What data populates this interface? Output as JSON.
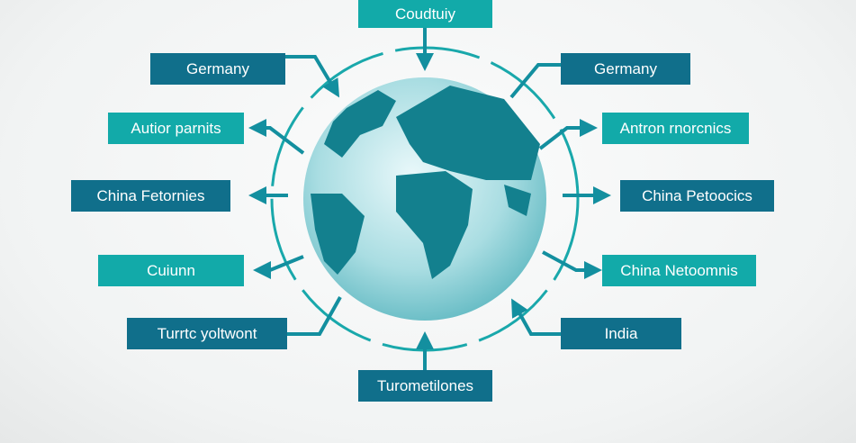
{
  "diagram": {
    "center": "globe",
    "nodes": {
      "top": "Coudtuiy",
      "left_1": "Germany",
      "left_2": "Autior parnits",
      "left_3": "China Fetornies",
      "left_4": "Cuiunn",
      "left_5": "Turrtc yoltwont",
      "bottom": "Turometilones",
      "right_1": "Germany",
      "right_2": "Antron rnorcnics",
      "right_3": "China Petoocics",
      "right_4": "China Netoomnis",
      "right_5": "India"
    },
    "colors": {
      "teal": "#12aaa9",
      "dark": "#106f8b",
      "globe": "#bfe6ea",
      "land": "#13808e"
    }
  }
}
